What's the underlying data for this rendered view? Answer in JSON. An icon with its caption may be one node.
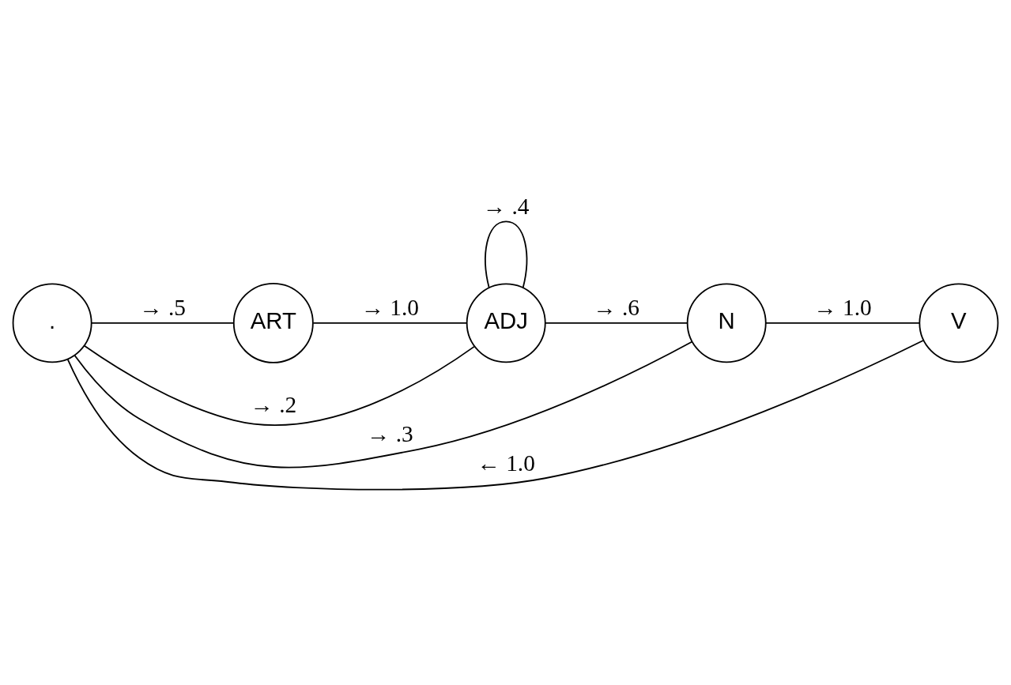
{
  "diagram": {
    "nodes": [
      {
        "text": [
          "."
        ]
      },
      {
        "text": [
          "ART"
        ]
      },
      {
        "text": [
          "ADJ"
        ]
      },
      {
        "text": [
          "N"
        ]
      },
      {
        "text": [
          "V"
        ]
      }
    ],
    "edges": [
      {
        "from": 0,
        "to": 1,
        "arrow": "none",
        "label": "→ .5"
      },
      {
        "from": 1,
        "to": 2,
        "arrow": "none",
        "label": "→ 1.0"
      },
      {
        "from": 2,
        "to": 3,
        "arrow": "none",
        "label": "→ .6"
      },
      {
        "from": 3,
        "to": 4,
        "arrow": "none",
        "label": "→ 1.0"
      },
      {
        "from": 0,
        "to": 2,
        "arrow": "none",
        "label": "→ .2"
      },
      {
        "from": 2,
        "to": 2,
        "arrow": "none",
        "label": "→ .4"
      },
      {
        "from": 0,
        "to": 3,
        "arrow": "none",
        "label": "→ .3"
      },
      {
        "from": 0,
        "to": 4,
        "arrow": "none",
        "label": "← 1.0"
      }
    ]
  }
}
